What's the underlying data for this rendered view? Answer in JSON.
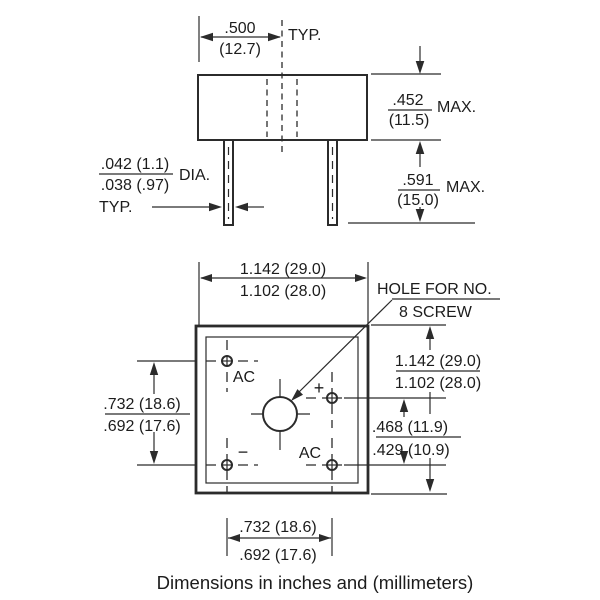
{
  "caption": "Dimensions in inches and (millimeters)",
  "side_view": {
    "lead_spacing": {
      "inches": ".500",
      "mm": "(12.7)",
      "note": "TYP."
    },
    "lead_diameter": {
      "upper": ".042 (1.1)",
      "lower": ".038 (.97)",
      "label": "DIA.",
      "note": "TYP."
    },
    "body_height": {
      "inches": ".452",
      "mm": "(11.5)",
      "note": "MAX."
    },
    "lead_length": {
      "inches": ".591",
      "mm": "(15.0)",
      "note": "MAX."
    }
  },
  "bottom_view": {
    "hole_note": {
      "line1": "HOLE FOR NO.",
      "line2": "8 SCREW"
    },
    "body_width": {
      "max": "1.142 (29.0)",
      "min": "1.102 (28.0)"
    },
    "body_height": {
      "max": "1.142 (29.0)",
      "min": "1.102 (28.0)"
    },
    "pin_span_vertical": {
      "max": ".732 (18.6)",
      "min": ".692 (17.6)"
    },
    "pin_span_horizontal": {
      "max": ".732 (18.6)",
      "min": ".692 (17.6)"
    },
    "plus_pin_offset": {
      "max": ".468 (11.9)",
      "min": ".429 (10.9)"
    },
    "terminals": {
      "ac_top_left": "AC",
      "plus": "+",
      "minus": "−",
      "ac_bottom_right": "AC"
    }
  }
}
